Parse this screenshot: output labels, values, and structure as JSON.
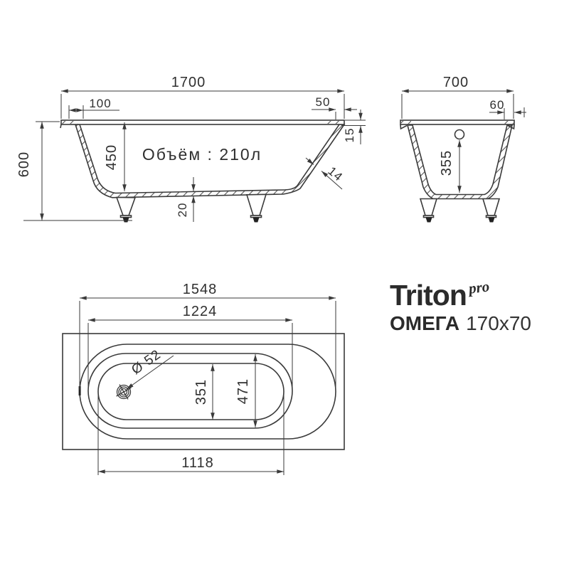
{
  "side_view": {
    "length": "1700",
    "rim_left_offset": "100",
    "rim_right_offset": "50",
    "rim_edge_height": "15",
    "inner_depth": "450",
    "wall_thickness": "14",
    "bottom_thickness": "20",
    "overall_height": "600",
    "volume_label": "Объём : 210л"
  },
  "end_view": {
    "width": "700",
    "rim_offset": "60",
    "overflow_height": "355"
  },
  "plan_view": {
    "rim_length": "1548",
    "inner_rim_length": "1224",
    "bottom_length": "1118",
    "bottom_width": "351",
    "inner_rim_width": "471",
    "drain_diameter": "Ø 52"
  },
  "logo": {
    "brand": "Triton",
    "brand_suffix": "pro",
    "model": "ОМЕГА",
    "size": "170x70"
  },
  "colors": {
    "line": "#3a3a3a",
    "text": "#2f2f2f",
    "background": "#ffffff"
  }
}
